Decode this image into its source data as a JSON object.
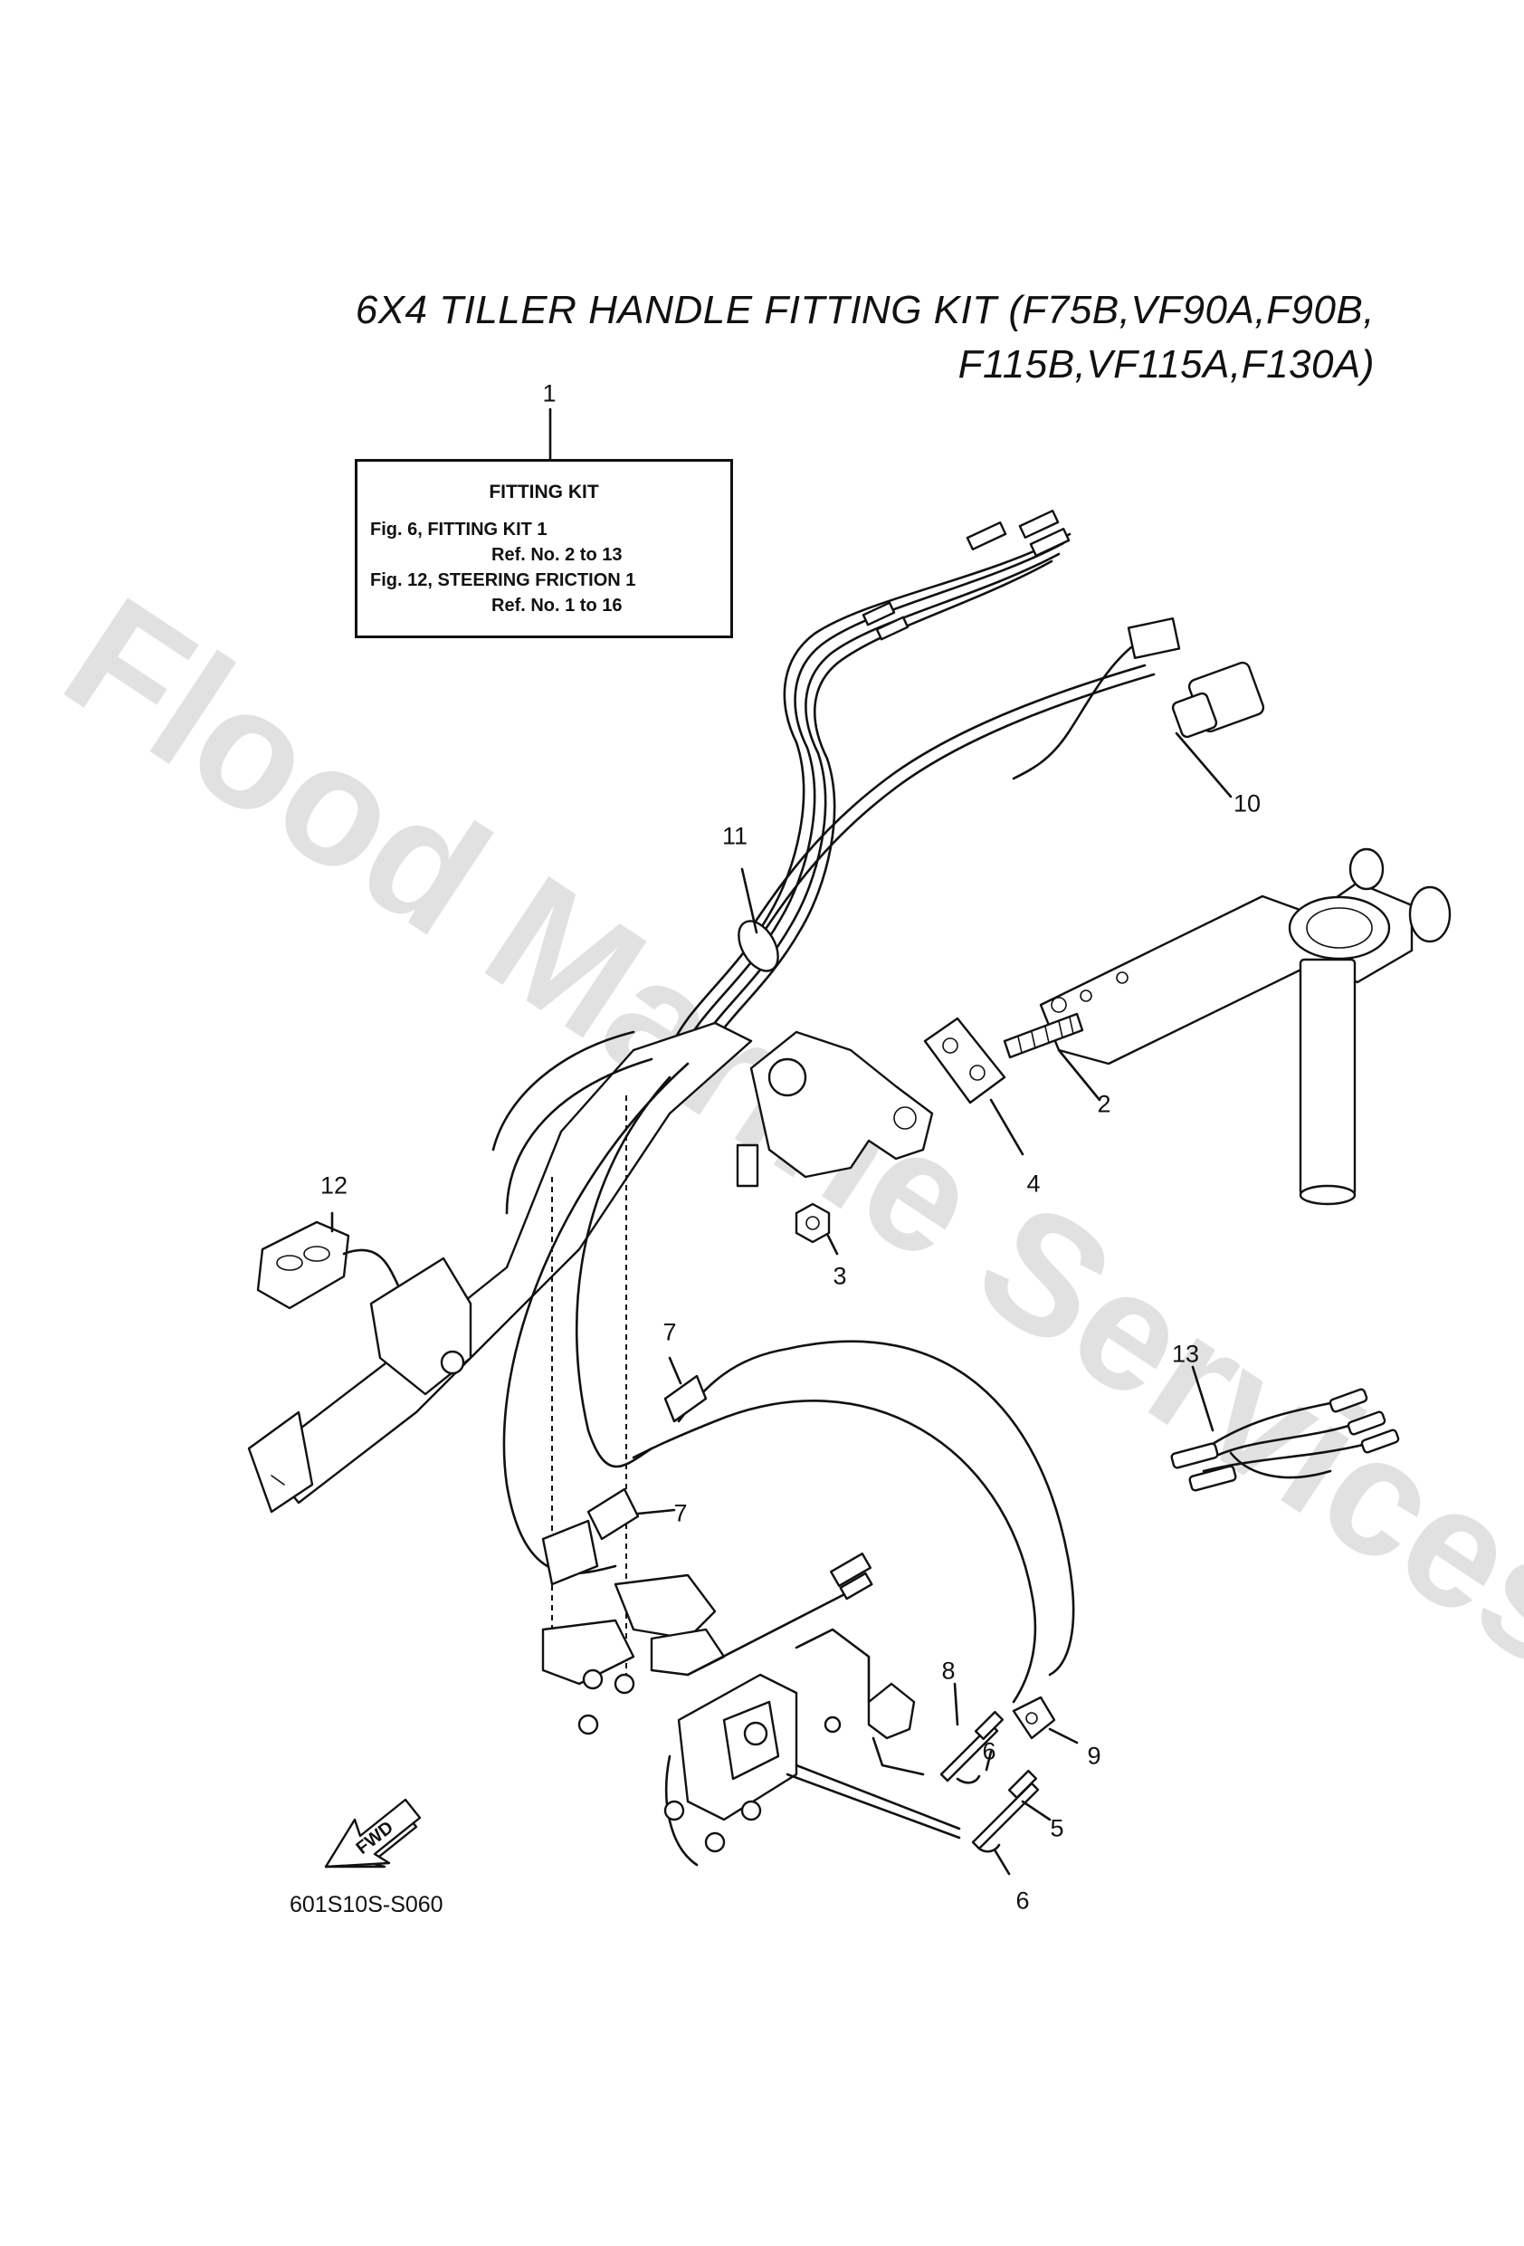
{
  "title": {
    "line1": "6X4 TILLER HANDLE FITTING KIT (F75B,VF90A,F90B,",
    "line2": "F115B,VF115A,F130A)"
  },
  "kit_box": {
    "heading": "FITTING KIT",
    "lines": [
      "Fig. 6, FITTING KIT 1",
      "Ref. No. 2 to 13",
      "Fig. 12, STEERING FRICTION 1",
      "Ref. No. 1 to 16"
    ]
  },
  "callouts": [
    "1",
    "2",
    "3",
    "4",
    "5",
    "6",
    "6",
    "7",
    "7",
    "8",
    "9",
    "10",
    "11",
    "12",
    "13"
  ],
  "fwd_label": "FWD",
  "part_code": "601S10S-S060",
  "watermark": {
    "text": "Flood Marine Services",
    "color": "#d9d9d9"
  },
  "colors": {
    "line": "#111111",
    "background": "#ffffff"
  }
}
